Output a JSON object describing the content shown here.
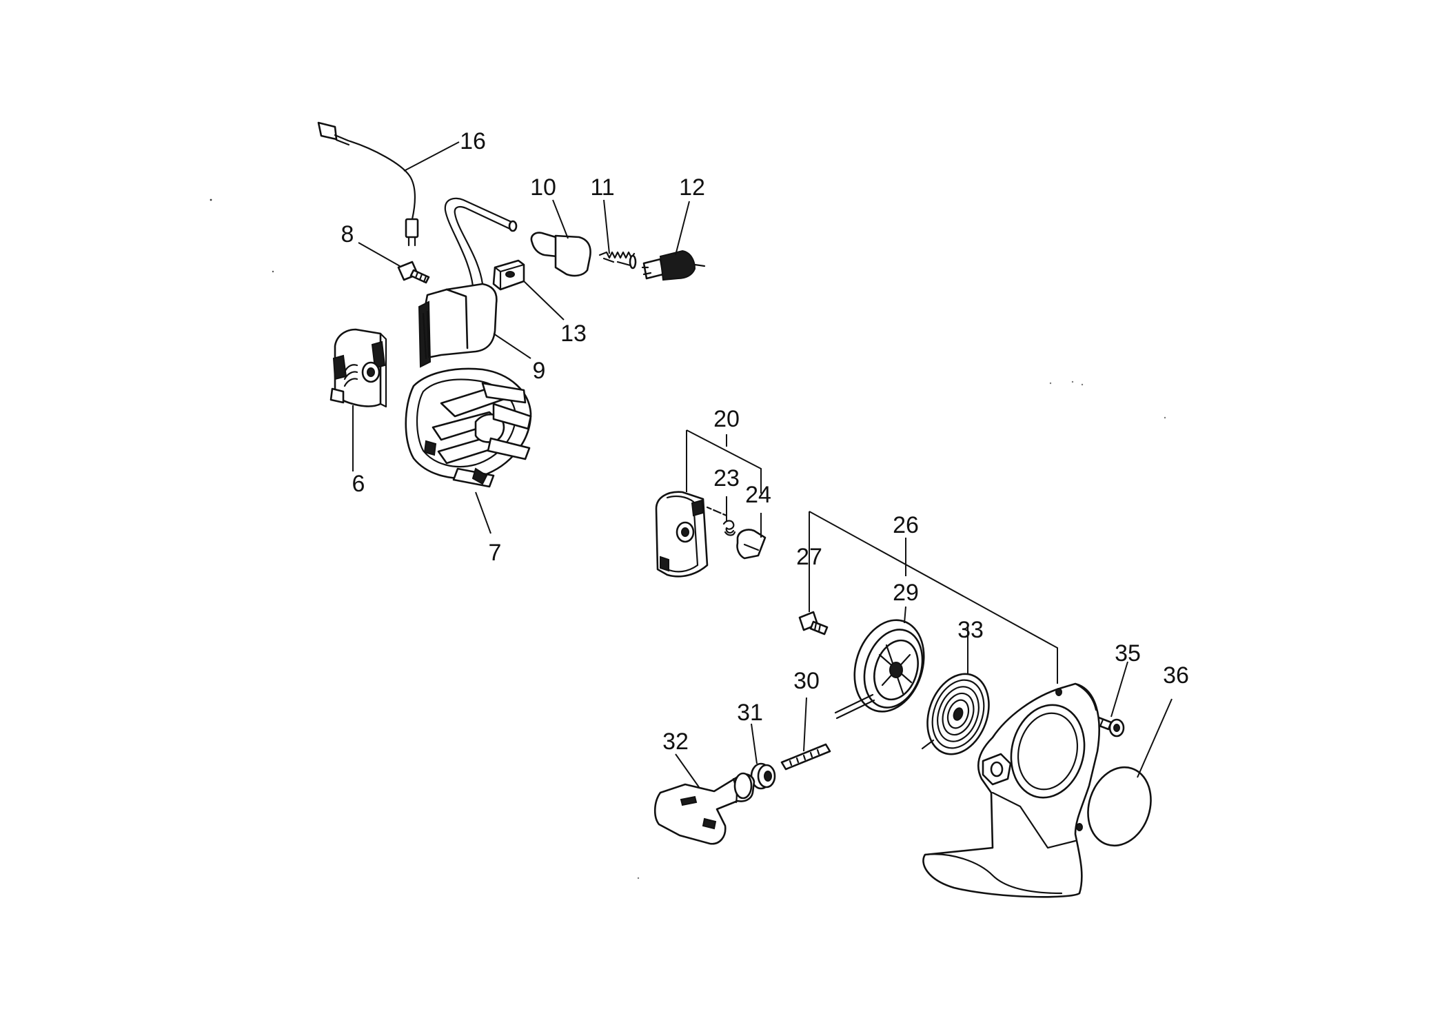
{
  "diagram": {
    "callouts": [
      {
        "id": "c16",
        "text": "16"
      },
      {
        "id": "c10",
        "text": "10"
      },
      {
        "id": "c11",
        "text": "11"
      },
      {
        "id": "c12",
        "text": "12"
      },
      {
        "id": "c8",
        "text": "8"
      },
      {
        "id": "c13",
        "text": "13"
      },
      {
        "id": "c9",
        "text": "9"
      },
      {
        "id": "c6",
        "text": "6"
      },
      {
        "id": "c7",
        "text": "7"
      },
      {
        "id": "c20",
        "text": "20"
      },
      {
        "id": "c23",
        "text": "23"
      },
      {
        "id": "c24",
        "text": "24"
      },
      {
        "id": "c26",
        "text": "26"
      },
      {
        "id": "c27",
        "text": "27"
      },
      {
        "id": "c29",
        "text": "29"
      },
      {
        "id": "c33",
        "text": "33"
      },
      {
        "id": "c30",
        "text": "30"
      },
      {
        "id": "c35",
        "text": "35"
      },
      {
        "id": "c36",
        "text": "36"
      },
      {
        "id": "c31",
        "text": "31"
      },
      {
        "id": "c32",
        "text": "32"
      }
    ]
  }
}
